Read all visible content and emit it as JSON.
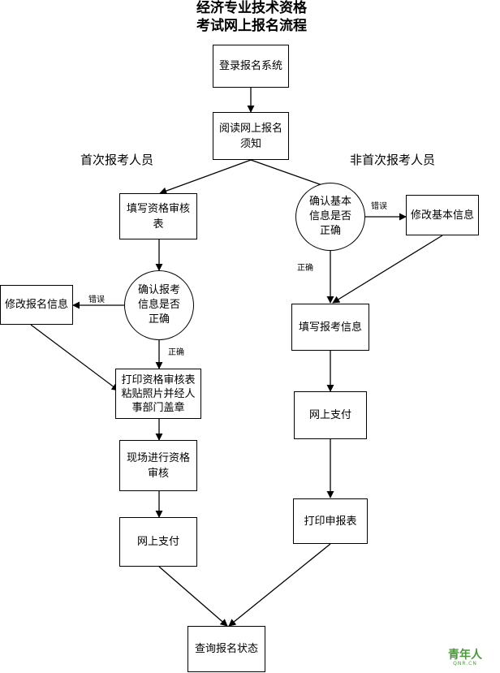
{
  "title_line1": "经济专业技术资格",
  "title_line2": "考试网上报名流程",
  "lanes": {
    "first_time": "首次报考人员",
    "not_first_time": "非首次报考人员"
  },
  "nodes": {
    "login": "登录报名系统",
    "read_notice": "阅读网上报名须知",
    "fill_review_form": "填写资格审核表",
    "confirm_exam_info": "确认报考信息是否正确",
    "modify_exam_info": "修改报名信息",
    "print_review_form": "打印资格审核表粘贴照片并经人事部门盖章",
    "onsite_review": "现场进行资格审核",
    "pay_online_left": "网上支付",
    "confirm_basic_info": "确认基本信息是否正确",
    "modify_basic_info": "修改基本信息",
    "fill_exam_info": "填写报考信息",
    "pay_online_right": "网上支付",
    "print_application": "打印申报表",
    "query_status": "查询报名状态"
  },
  "edge_labels": {
    "left_wrong": "错误",
    "left_correct": "正确",
    "right_wrong": "错误",
    "right_correct": "正确"
  },
  "watermark": {
    "main": "青年人",
    "sub": "QNR.CN"
  }
}
